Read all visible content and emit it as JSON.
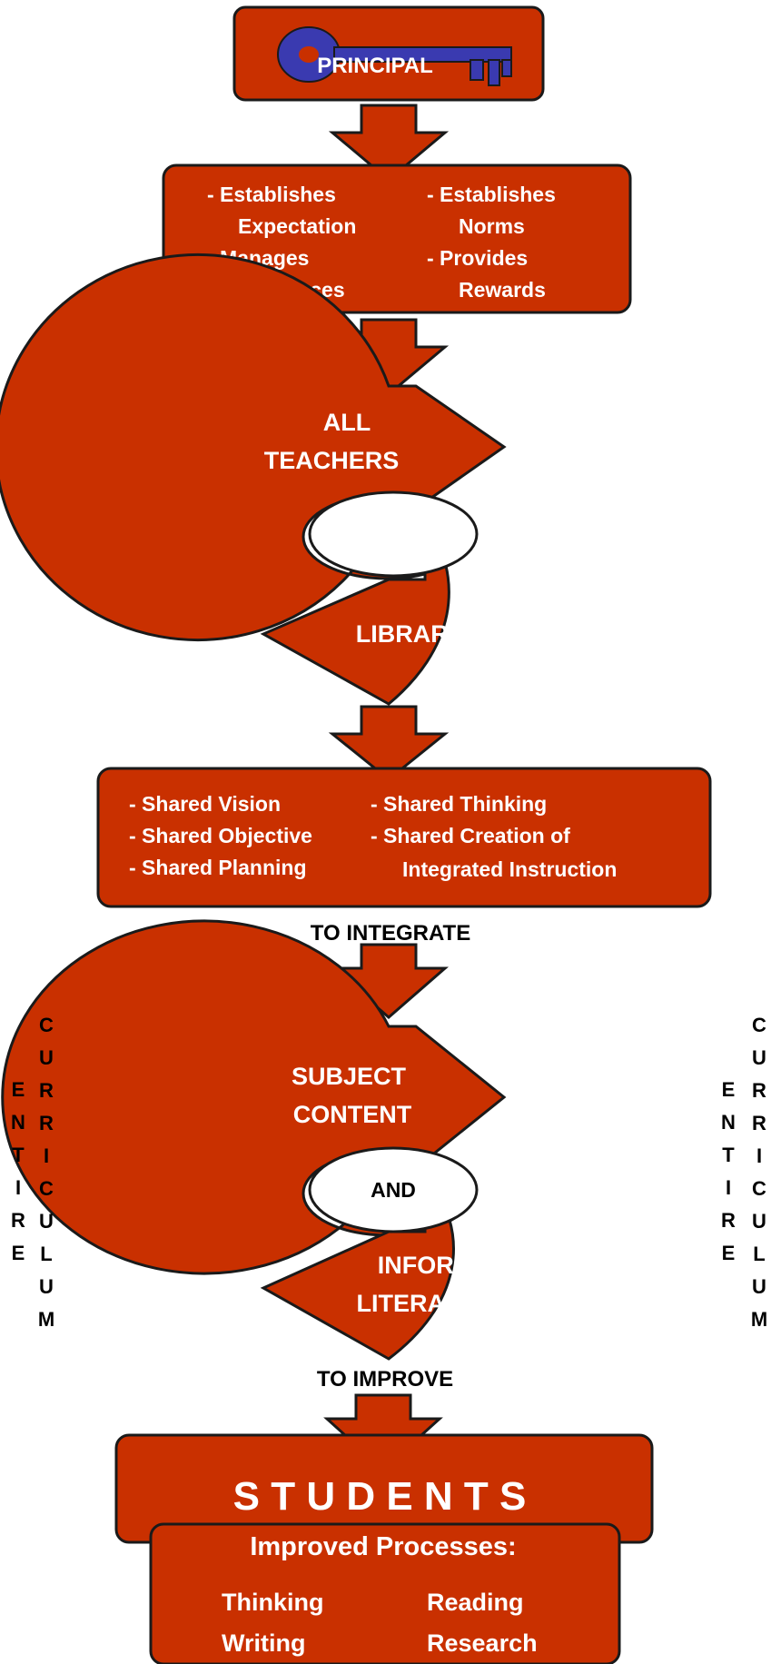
{
  "principal": {
    "label": "PRINCIPAL",
    "icon": "key-icon",
    "key_color": "#3a3ab0"
  },
  "principal_roles": {
    "left": [
      {
        "line1": "- Establishes",
        "line2": "Expectation"
      },
      {
        "line1": "- Manages",
        "line2": "Resources"
      }
    ],
    "right": [
      {
        "line1": "- Establishes",
        "line2": "Norms"
      },
      {
        "line1": "- Provides",
        "line2": "Rewards"
      }
    ]
  },
  "collaboration": {
    "top_line1": "ALL",
    "top_line2": "TEACHERS",
    "bottom": "LIBRARIAN"
  },
  "shared": {
    "left": [
      "- Shared Vision",
      "- Shared Objective",
      "- Shared Planning"
    ],
    "right": [
      "- Shared Thinking",
      "- Shared Creation of",
      "Integrated Instruction"
    ]
  },
  "connector_integrate": "TO INTEGRATE",
  "integration": {
    "top_line1": "SUBJECT",
    "top_line2": "CONTENT",
    "center": "AND",
    "bottom_line1": "INFORMATION",
    "bottom_line2": "LITERACY"
  },
  "side_label": {
    "word1": "ENTIRE",
    "word2": "CURRICULUM"
  },
  "connector_improve": "TO IMPROVE",
  "students": {
    "title": "S T U D E N T S",
    "subtitle": "Improved Processes:",
    "processes": [
      "Thinking",
      "Reading",
      "Writing",
      "Research"
    ]
  },
  "colors": {
    "fill": "#c93000",
    "outline": "#1a1a1a",
    "text_on_fill": "#ffffff"
  }
}
